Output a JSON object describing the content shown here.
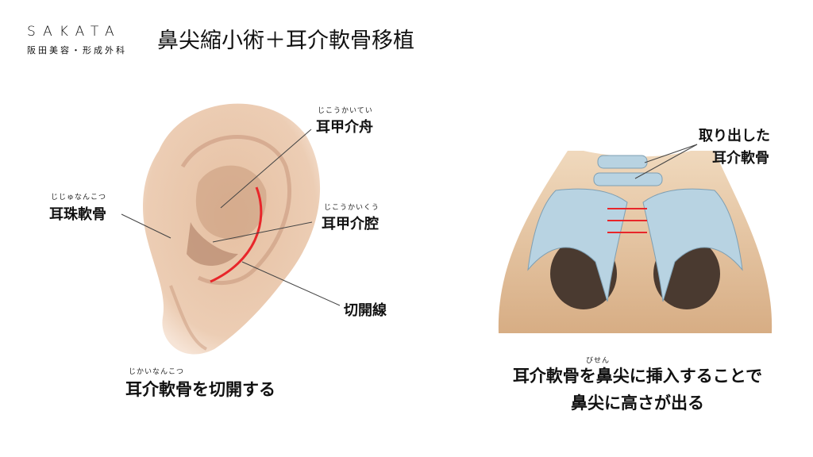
{
  "header": {
    "logo": "SAKATA",
    "clinic_name": "阪田美容・形成外科",
    "title": "鼻尖縮小術＋耳介軟骨移植"
  },
  "ear_diagram": {
    "labels": [
      {
        "ruby": "じこうかいてい",
        "text": "耳甲介舟"
      },
      {
        "ruby": "じじゅなんこつ",
        "text": "耳珠軟骨"
      },
      {
        "ruby": "じこうかいくう",
        "text": "耳甲介腔"
      },
      {
        "text": "切開線"
      }
    ],
    "caption_ruby": "じかいなんこつ",
    "caption": "耳介軟骨を切開する"
  },
  "nose_diagram": {
    "label_line1": "取り出した",
    "label_line2": "耳介軟骨",
    "caption_ruby": "びせん",
    "caption_line1": "耳介軟骨を鼻尖に挿入することで",
    "caption_line2": "鼻尖に高さが出る"
  },
  "colors": {
    "incision": "#e8262a",
    "cartilage": "#b8d3e2",
    "skin": "#e9c9a8",
    "nose_skin": "#dcb68e"
  }
}
